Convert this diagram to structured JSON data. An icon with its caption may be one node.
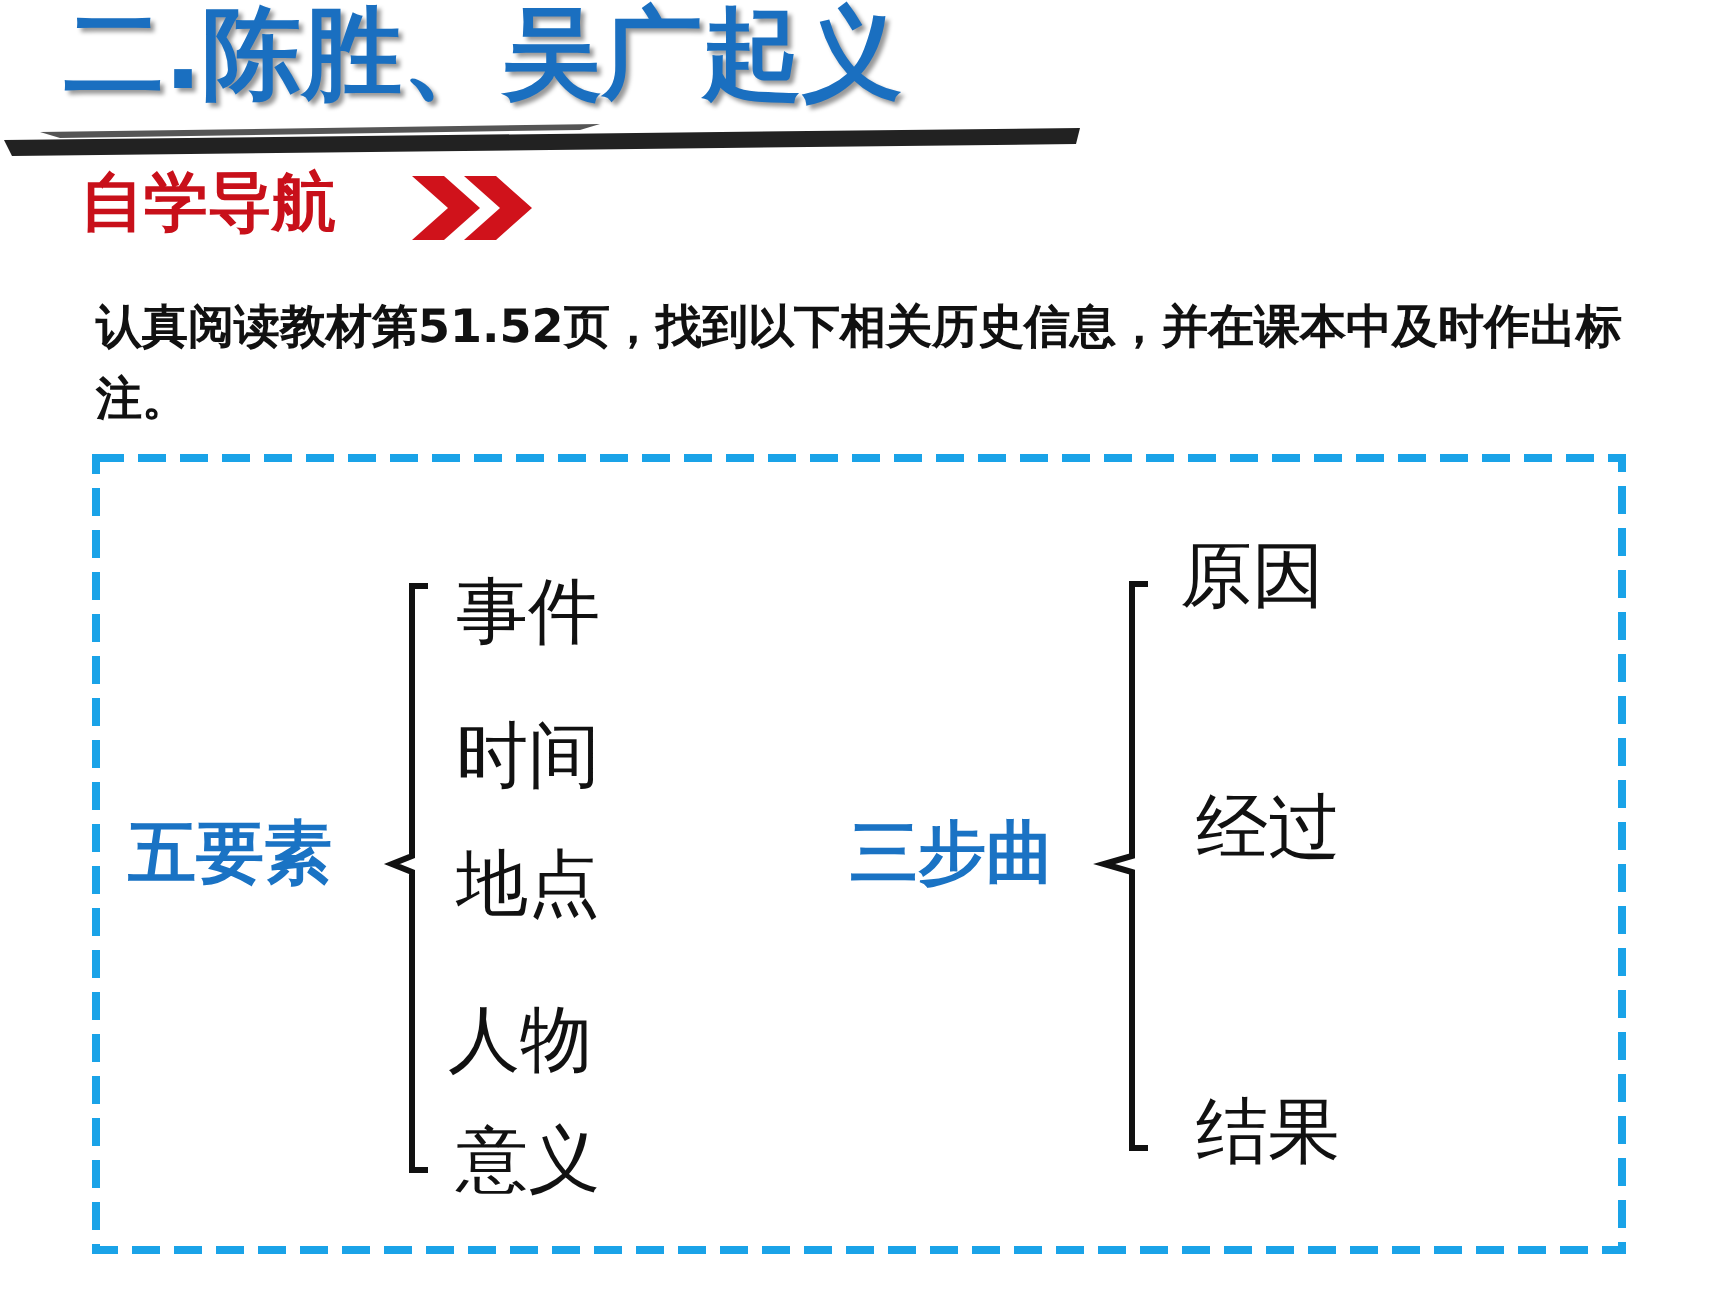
{
  "diagram": {
    "title": "二.陈胜、吴广起义",
    "labels": [
      "自学导航",
      "认真阅读教材第51.52页，找到以下相关历史信息，并在课本中及时作出标注。",
      "五要素",
      "事件",
      "时间",
      "地点",
      "人物",
      "意义",
      "三步曲",
      "原因",
      "经过",
      "结果"
    ]
  }
}
